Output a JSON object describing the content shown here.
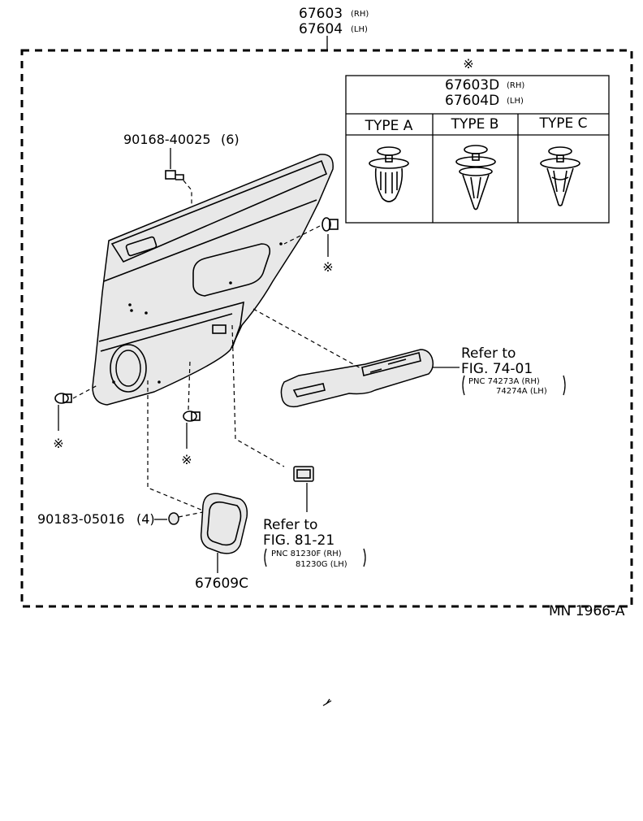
{
  "assembly": {
    "part_rh": "67603",
    "tag_rh": "(RH)",
    "part_lh": "67604",
    "tag_lh": "(LH)"
  },
  "clip_table": {
    "marker": "※",
    "part_rh": "67603D",
    "tag_rh": "(RH)",
    "part_lh": "67604D",
    "tag_lh": "(LH)",
    "types": [
      "TYPE A",
      "TYPE B",
      "TYPE C"
    ]
  },
  "callouts": {
    "screw": {
      "part": "90168-40025",
      "qty": "(6)"
    },
    "washer": {
      "part": "90183-05016",
      "qty": "(4)"
    },
    "speaker_grille": "67609C",
    "clip_marker": "※"
  },
  "refs": {
    "armrest": {
      "refer": "Refer to",
      "fig": "FIG. 74-01",
      "pnc_line1": "PNC  74273A  (RH)",
      "pnc_line2": "74274A  (LH)"
    },
    "switch": {
      "refer": "Refer to",
      "fig": "FIG. 81-21",
      "pnc_line1": "PNC  81230F  (RH)",
      "pnc_line2": "81230G  (LH)"
    }
  },
  "diagram_id": "MN 1966-A"
}
